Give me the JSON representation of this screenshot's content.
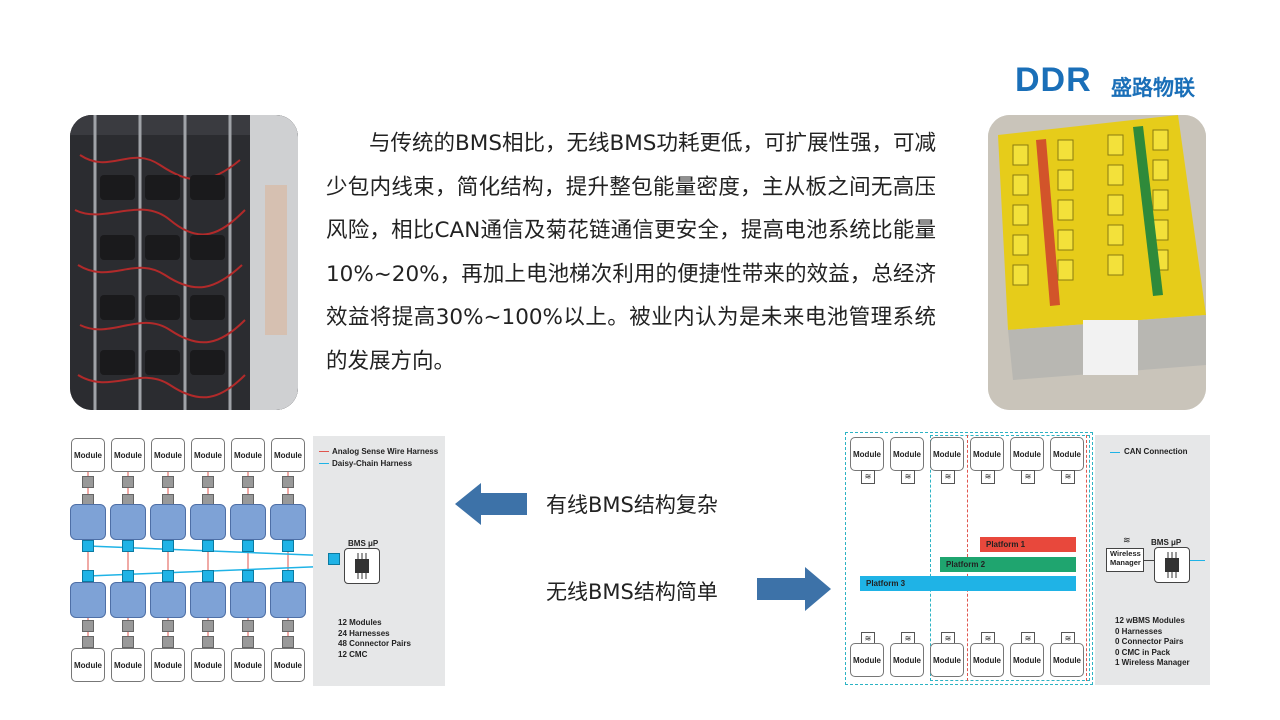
{
  "logo": {
    "latin": "DDR",
    "cn": "盛路物联",
    "brand_color": "#1a6fb8"
  },
  "paragraph": "与传统的BMS相比，无线BMS功耗更低，可扩展性强，可减少包内线束，简化结构，提升整包能量密度，主从板之间无高压风险，相比CAN通信及菊花链通信更安全，提高电池系统比能量10%~20%，再加上电池梯次利用的便捷性带来的效益，总经济效益将提高30%~100%以上。被业内认为是未来电池管理系统的发展方向。",
  "labels": {
    "wired": "有线BMS结构复杂",
    "wireless": "无线BMS结构简单"
  },
  "wired_diagram": {
    "module_label": "Module",
    "legend": [
      "Analog Sense Wire Harness",
      "Daisy-Chain Harness"
    ],
    "chip_label": "BMS μP",
    "stats": [
      "12 Modules",
      "24 Harnesses",
      "48 Connector Pairs",
      "12 CMC"
    ]
  },
  "wireless_diagram": {
    "module_label": "Module",
    "legend": [
      "CAN Connection"
    ],
    "platforms": [
      "Platform 1",
      "Platform 2",
      "Platform 3"
    ],
    "chip_label": "BMS μP",
    "manager_label": "Wireless Manager",
    "stats": [
      "12 wBMS Modules",
      "0 Harnesses",
      "0 Connector Pairs",
      "0 CMC in Pack",
      "1 Wireless Manager"
    ]
  },
  "colors": {
    "arrow": "#3d72a8",
    "platform1": "#e8483c",
    "platform2": "#1fa56f",
    "platform3": "#1fb3e6",
    "node": "#1fb3e6",
    "cmc": "#7ea2d6"
  }
}
